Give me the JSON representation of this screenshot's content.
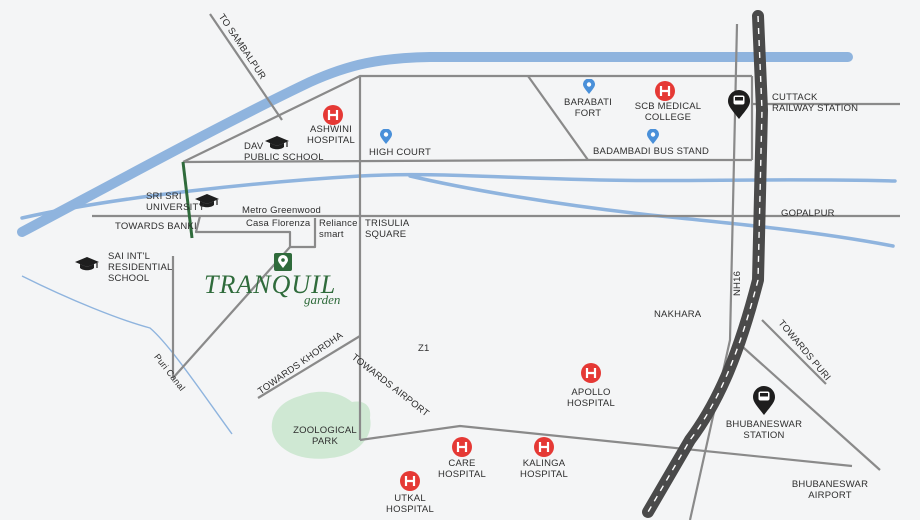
{
  "map": {
    "brand": {
      "name": "TRANQUIL",
      "subtitle": "garden"
    },
    "labels": {
      "to_sambalpur": "TO SAMBALPUR",
      "ashwini": "ASHWINI\nHOSPITAL",
      "dav": "DAV\nPUBLIC SCHOOL",
      "high_court": "HIGH COURT",
      "barabati": "BARABATI\nFORT",
      "scb": "SCB MEDICAL\nCOLLEGE",
      "badambadi": "BADAMBADI BUS STAND",
      "cuttack_rly": "CUTTACK\nRAILWAY STATION",
      "sri_sri": "SRI SRI\nUNIVERSITY",
      "metro_greenwood": "Metro Greenwood",
      "towards_banki": "TOWARDS BANKI",
      "casa_florenza": "Casa Florenza",
      "reliance": "Reliance\nsmart",
      "trisulia": "TRISULIA\nSQUARE",
      "gopalpur": "GOPALPUR",
      "sai_intl": "SAI INT'L\nRESIDENTIAL\nSCHOOL",
      "nh16": "NH16",
      "nakhara": "NAKHARA",
      "towards_puri": "TOWARDS PURI",
      "towards_khordha": "TOWARDS KHORDHA",
      "towards_airport": "TOWARDS AIRPORT",
      "puri_canal": "Puri Canal",
      "z1": "Z1",
      "apollo": "APOLLO\nHOSPITAL",
      "bbsr_station": "BHUBANESWAR\nSTATION",
      "zoo": "ZOOLOGICAL\nPARK",
      "care": "CARE\nHOSPITAL",
      "kalinga": "KALINGA\nHOSPITAL",
      "bbsr_airport": "BHUBANESWAR\nAIRPORT",
      "utkal": "UTKAL\nHOSPITAL"
    },
    "colors": {
      "road": "#8a8a8a",
      "highway": "#4a4a4a",
      "river": "#8fb4de",
      "park": "#cfe8d3",
      "hospital": "#e53935",
      "pin": "#4a90d9",
      "brand": "#2f6b3b"
    },
    "icons": {
      "hospital": "hospital-icon",
      "pin": "location-pin-icon",
      "school": "graduation-cap-icon",
      "transit": "transit-pin-icon",
      "project": "project-pin-icon"
    }
  }
}
